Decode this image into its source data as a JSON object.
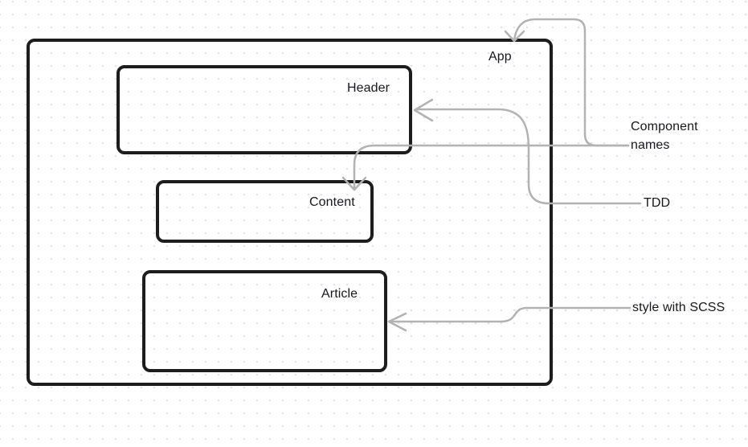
{
  "canvas": {
    "background": "#ffffff",
    "dot_grid_color": "#e3e3e3",
    "box_stroke_color": "#1d1d1d",
    "arrow_color": "#b2b2b2",
    "text_color": "#17171c"
  },
  "boxes": [
    {
      "id": "app",
      "label": "App"
    },
    {
      "id": "header",
      "label": "Header"
    },
    {
      "id": "content",
      "label": "Content"
    },
    {
      "id": "article",
      "label": "Article"
    }
  ],
  "annotations": [
    {
      "id": "component-names",
      "label": "Component names"
    },
    {
      "id": "tdd",
      "label": "TDD"
    },
    {
      "id": "style-scss",
      "label": "style with SCSS"
    }
  ],
  "arrows": [
    {
      "id": "component-names-to-app",
      "from": "Component names",
      "to": "App"
    },
    {
      "id": "component-names-to-content",
      "from": "Component names",
      "to": "Content"
    },
    {
      "id": "tdd-to-header",
      "from": "TDD",
      "to": "Header"
    },
    {
      "id": "style-scss-to-article",
      "from": "style with SCSS",
      "to": "Article"
    }
  ]
}
